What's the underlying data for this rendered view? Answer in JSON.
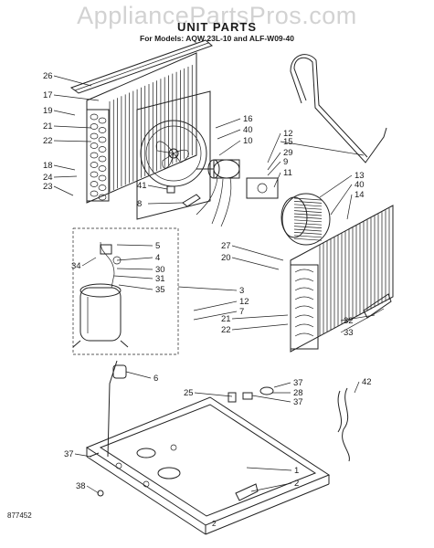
{
  "watermark": "AppliancePartsPros.com",
  "title": "UNIT PARTS",
  "models_line": "For Models: AQW 23L-10 and ALF-W09-40",
  "page_number": "2",
  "part_code": "877452",
  "callouts": [
    "26",
    "17",
    "19",
    "21",
    "22",
    "18",
    "24",
    "23",
    "16",
    "40",
    "10",
    "12",
    "15",
    "29",
    "9",
    "11",
    "41",
    "8",
    "13",
    "40",
    "14",
    "5",
    "4",
    "30",
    "31",
    "35",
    "34",
    "3",
    "12",
    "7",
    "27",
    "20",
    "21",
    "22",
    "6",
    "37",
    "28",
    "25",
    "37",
    "32",
    "33",
    "42",
    "1",
    "2",
    "37",
    "38"
  ]
}
